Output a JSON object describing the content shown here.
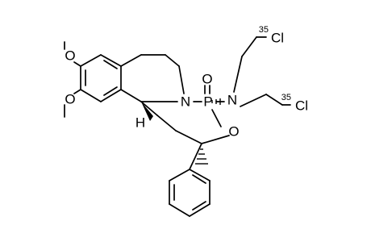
{
  "molecule": {
    "atom_labels": {
      "N_ring": "N",
      "P": "P",
      "O_phosphoryl": "O",
      "O_ring": "O",
      "N_amine": "N",
      "H_stereo": "H",
      "O_methoxy_top": "O",
      "O_methoxy_bottom": "O"
    },
    "chlorine_1": {
      "isotope": "35",
      "element": "Cl"
    },
    "chlorine_2": {
      "isotope": "35",
      "element": "Cl"
    }
  }
}
